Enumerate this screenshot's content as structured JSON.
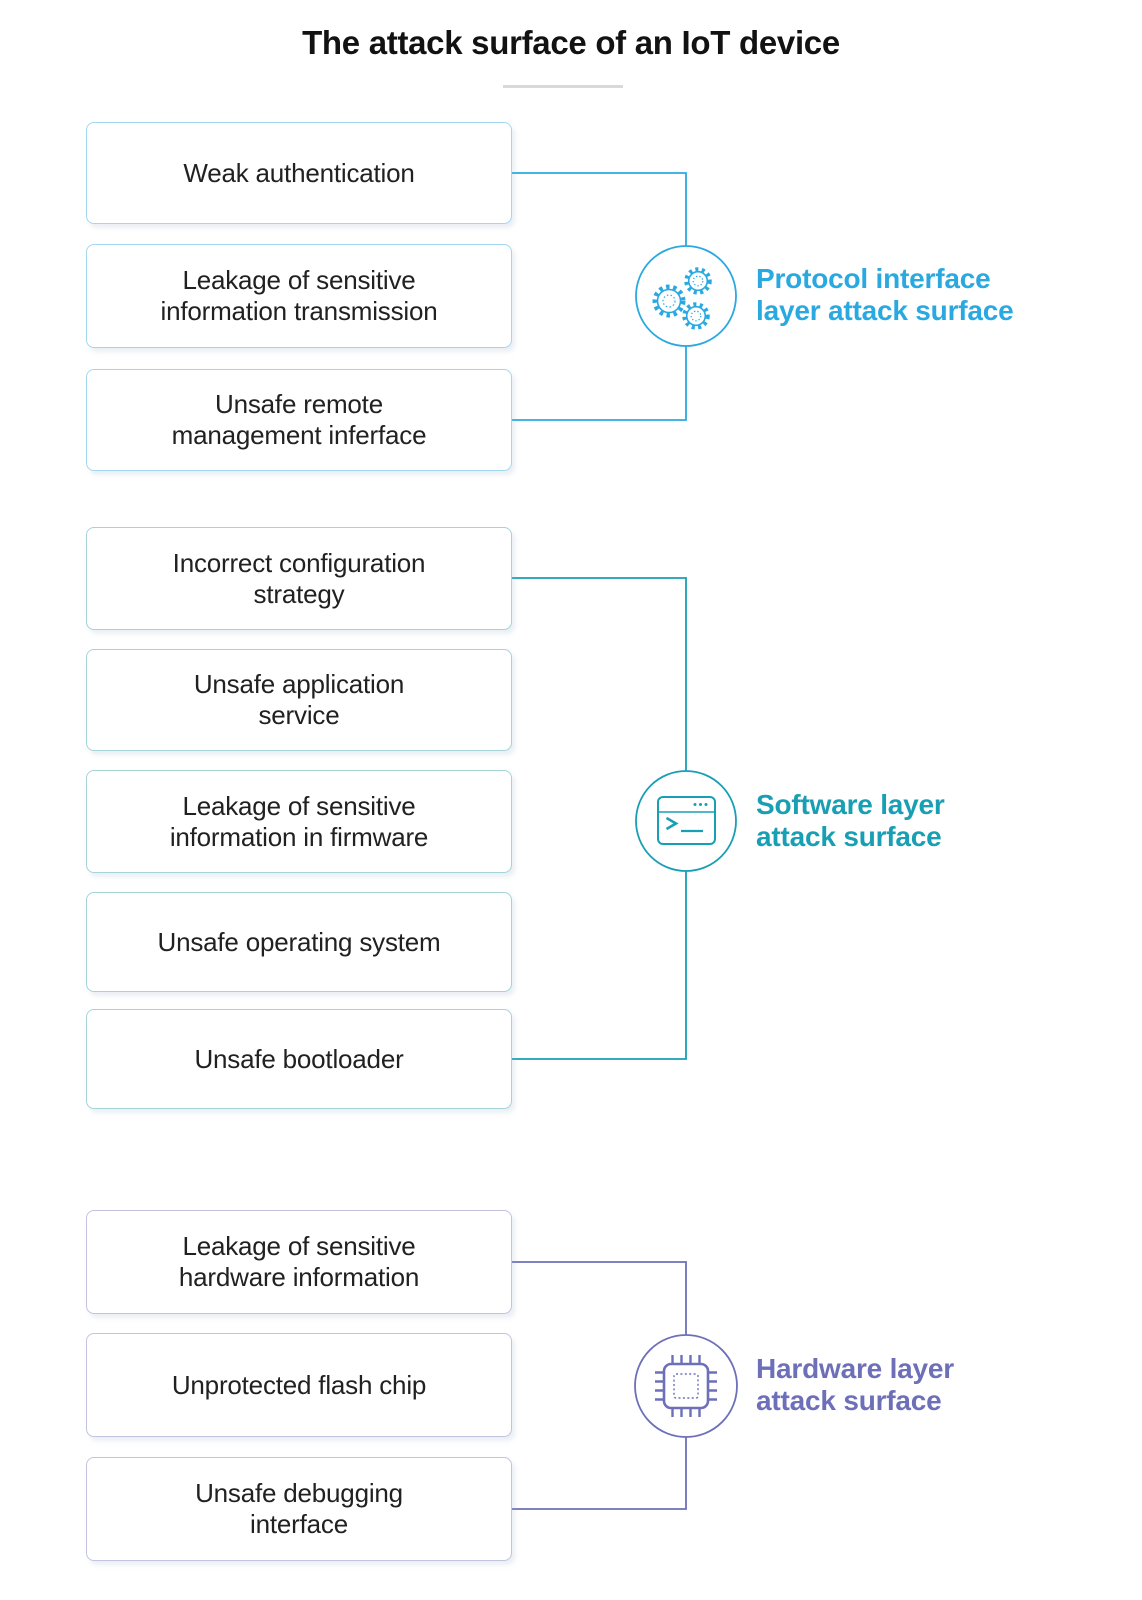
{
  "title": "The attack surface of an IoT device",
  "groups": [
    {
      "id": "protocol",
      "label": "Protocol interface\nlayer attack surface",
      "accent_color": "#2aa9e0",
      "box_border_color": "#a3d7f0",
      "icon": "gears-icon",
      "boxes": [
        "Weak authentication",
        "Leakage of sensitive\ninformation transmission",
        "Unsafe remote\nmanagement inferface"
      ]
    },
    {
      "id": "software",
      "label": "Software layer\nattack surface",
      "accent_color": "#199fb4",
      "box_border_color": "#a5d3d8",
      "icon": "terminal-icon",
      "boxes": [
        "Incorrect configuration\nstrategy",
        "Unsafe application\nservice",
        "Leakage of sensitive\ninformation in firmware",
        "Unsafe operating system",
        "Unsafe bootloader"
      ]
    },
    {
      "id": "hardware",
      "label": "Hardware layer\nattack surface",
      "accent_color": "#6d70b8",
      "box_border_color": "#c3c3e0",
      "icon": "chip-icon",
      "boxes": [
        "Leakage of sensitive\nhardware information",
        "Unprotected flash chip",
        "Unsafe debugging\ninterface"
      ]
    }
  ]
}
